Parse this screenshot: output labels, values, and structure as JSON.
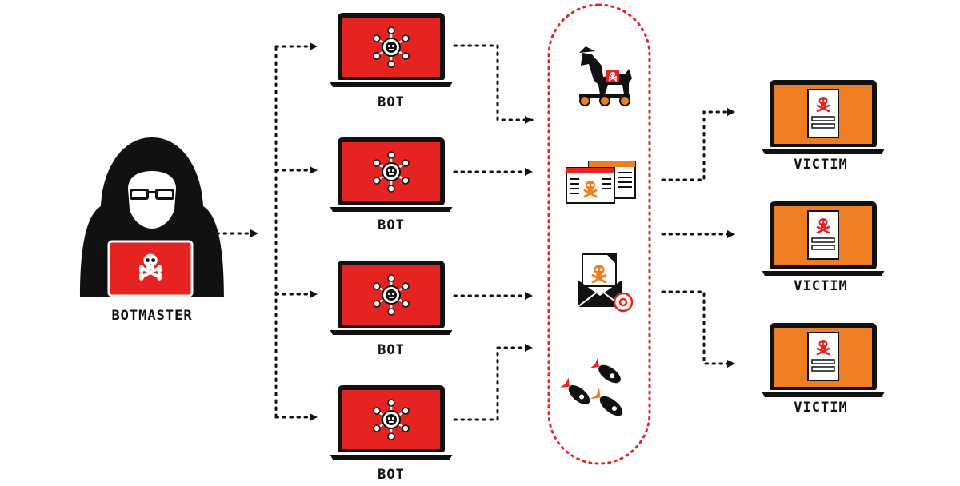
{
  "labels": {
    "botmaster": "BOTMASTER",
    "bot_1": "BOT",
    "bot_2": "BOT",
    "bot_3": "BOT",
    "bot_4": "BOT",
    "victim_1": "VICTIM",
    "victim_2": "VICTIM",
    "victim_3": "VICTIM"
  },
  "colors": {
    "ink": "#000000",
    "bot_screen": "#e52421",
    "victim_screen": "#ee7d23",
    "arrow": "#111111",
    "payload_outline": "#e52421"
  },
  "icons": {
    "botmaster": "hooded-hacker-icon",
    "bot": "virus-laptop-icon",
    "victim": "infected-document-laptop-icon",
    "payloads": [
      "trojan-horse-icon",
      "malicious-webpage-icon",
      "phishing-email-icon",
      "bomb-missiles-icon"
    ]
  }
}
